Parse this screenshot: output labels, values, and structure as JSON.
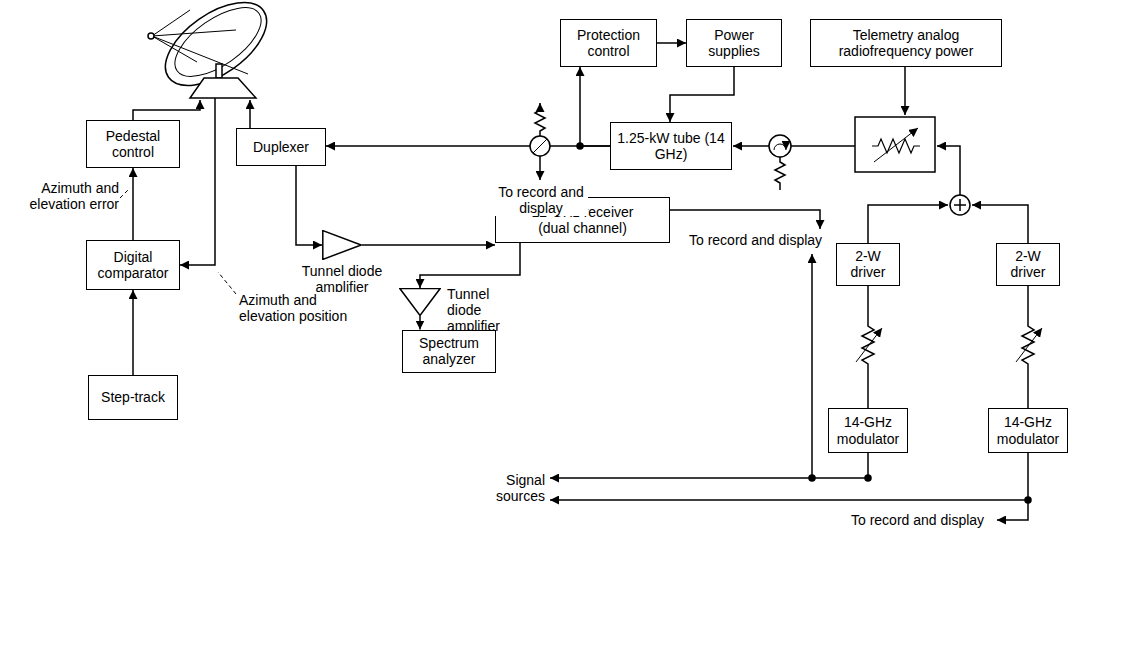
{
  "diagram": {
    "nodes": [
      {
        "text": [
          "Protection control"
        ]
      },
      {
        "text": [
          "Power supplies"
        ]
      },
      {
        "text": [
          "Telemetry analog radiofrequency power"
        ]
      },
      {
        "text": [
          "Pedestal control"
        ]
      },
      {
        "text": [
          "Duplexer"
        ]
      },
      {
        "text": [
          "1.25-kW tube (14 GHz)"
        ]
      },
      {
        "text": [
          "12-GHz receiver (dual channel)"
        ]
      },
      {
        "text": [
          "Tunnel diode amplifier"
        ]
      },
      {
        "text": [
          "Digital comparator"
        ]
      },
      {
        "text": [
          "2-W driver"
        ]
      },
      {
        "text": [
          "2-W driver"
        ]
      },
      {
        "text": [
          "Tunnel diode amplifier"
        ]
      },
      {
        "text": [
          "Spectrum analyzer"
        ]
      },
      {
        "text": [
          "Step-track"
        ]
      },
      {
        "text": [
          "14-GHz modulator"
        ]
      },
      {
        "text": [
          "14-GHz modulator"
        ]
      }
    ],
    "edges": [
      {
        "from": 5,
        "to": 4,
        "arrow": "to"
      },
      {
        "from": 5,
        "to": 0,
        "arrow": "to"
      },
      {
        "from": 0,
        "to": 1,
        "arrow": "to"
      },
      {
        "from": 1,
        "to": 5,
        "arrow": "to"
      },
      {
        "from": 13,
        "to": 8,
        "arrow": "to"
      },
      {
        "from": 8,
        "to": 3,
        "arrow": "to"
      },
      {
        "from": 4,
        "to": 7,
        "arrow": "to"
      },
      {
        "from": 7,
        "to": 6,
        "arrow": "to"
      },
      {
        "from": 6,
        "to": 11,
        "arrow": "to"
      },
      {
        "from": 11,
        "to": 12,
        "arrow": "to"
      },
      {
        "from": 14,
        "to": 9,
        "arrow": "none"
      },
      {
        "from": 15,
        "to": 10,
        "arrow": "none"
      }
    ],
    "labels": [
      "Azimuth and elevation error",
      "Azimuth and elevation position",
      "To record and display",
      "To record and display",
      "Signal sources",
      "To record and display"
    ]
  }
}
